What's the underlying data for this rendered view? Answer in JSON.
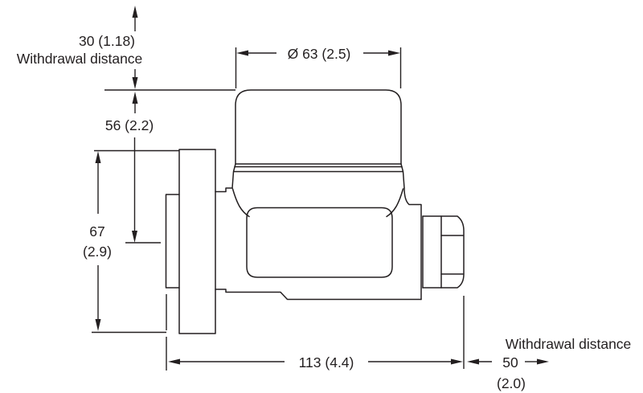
{
  "diagram_type": "engineering-dimension-drawing",
  "subject": "thermodynamic steam trap side view with flanged inlet and union outlet",
  "units_note": "millimetres (inches)",
  "dimensions": {
    "withdrawal_top": {
      "value": "30 (1.18)",
      "label": "Withdrawal distance"
    },
    "cap_diameter": {
      "value": "Ø 63 (2.5)"
    },
    "cap_to_centerline": {
      "value": "56 (2.2)"
    },
    "flange_od": {
      "value_mm": "67",
      "value_in": "(2.9)"
    },
    "overall_length": {
      "value": "113 (4.4)"
    },
    "withdrawal_right": {
      "label": "Withdrawal distance",
      "value_mm": "50",
      "value_in": "(2.0)"
    }
  },
  "colors": {
    "line": "#231f20",
    "background": "#ffffff"
  }
}
